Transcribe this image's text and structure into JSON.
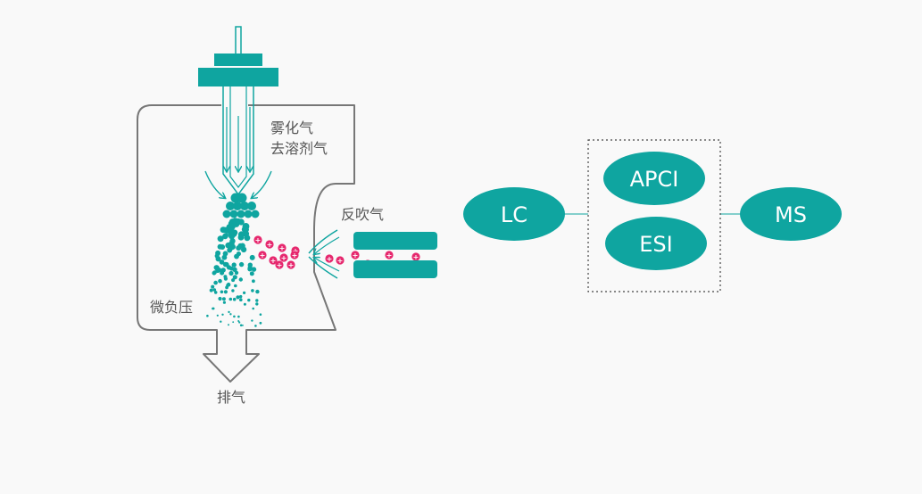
{
  "labels": {
    "nebulizer_gas": "雾化气",
    "desolvation_gas": "去溶剂气",
    "counter_gas": "反吹气",
    "negative_pressure": "微负压",
    "exhaust": "排气"
  },
  "flow": {
    "lc": "LC",
    "apci": "APCI",
    "esi": "ESI",
    "ms": "MS"
  },
  "colors": {
    "teal": "#0fa5a0",
    "pink": "#e6286e",
    "outline": "#777777",
    "text": "#555555"
  },
  "ion_symbol": "+"
}
